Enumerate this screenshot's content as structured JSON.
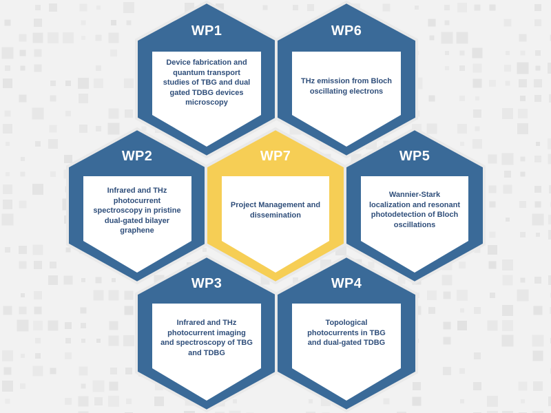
{
  "colors": {
    "hex_blue": "#3a6a98",
    "hex_yellow": "#f6ce55",
    "text_blue": "#2f4e7a",
    "background": "#f2f2f2",
    "pattern": "#e2e2e2"
  },
  "work_packages": [
    {
      "id": "wp1",
      "title": "WP1",
      "description": "Device fabrication and quantum transport studies of TBG and dual gated TDBG devices microscopy",
      "color": "#3a6a98"
    },
    {
      "id": "wp6",
      "title": "WP6",
      "description": "THz emission from Bloch oscillating electrons",
      "color": "#3a6a98"
    },
    {
      "id": "wp2",
      "title": "WP2",
      "description": "Infrared and THz photocurrent spectroscopy in pristine dual-gated bilayer graphene",
      "color": "#3a6a98"
    },
    {
      "id": "wp7",
      "title": "WP7",
      "description": "Project Management and dissemination",
      "color": "#f6ce55"
    },
    {
      "id": "wp5",
      "title": "WP5",
      "description": "Wannier-Stark localization and resonant photodetection of Bloch oscillations",
      "color": "#3a6a98"
    },
    {
      "id": "wp3",
      "title": "WP3",
      "description": "Infrared and THz photocurrent imaging and spectroscopy of TBG and TDBG",
      "color": "#3a6a98"
    },
    {
      "id": "wp4",
      "title": "WP4",
      "description": "Topological photocurrents in TBG and dual-gated TDBG",
      "color": "#3a6a98"
    }
  ]
}
